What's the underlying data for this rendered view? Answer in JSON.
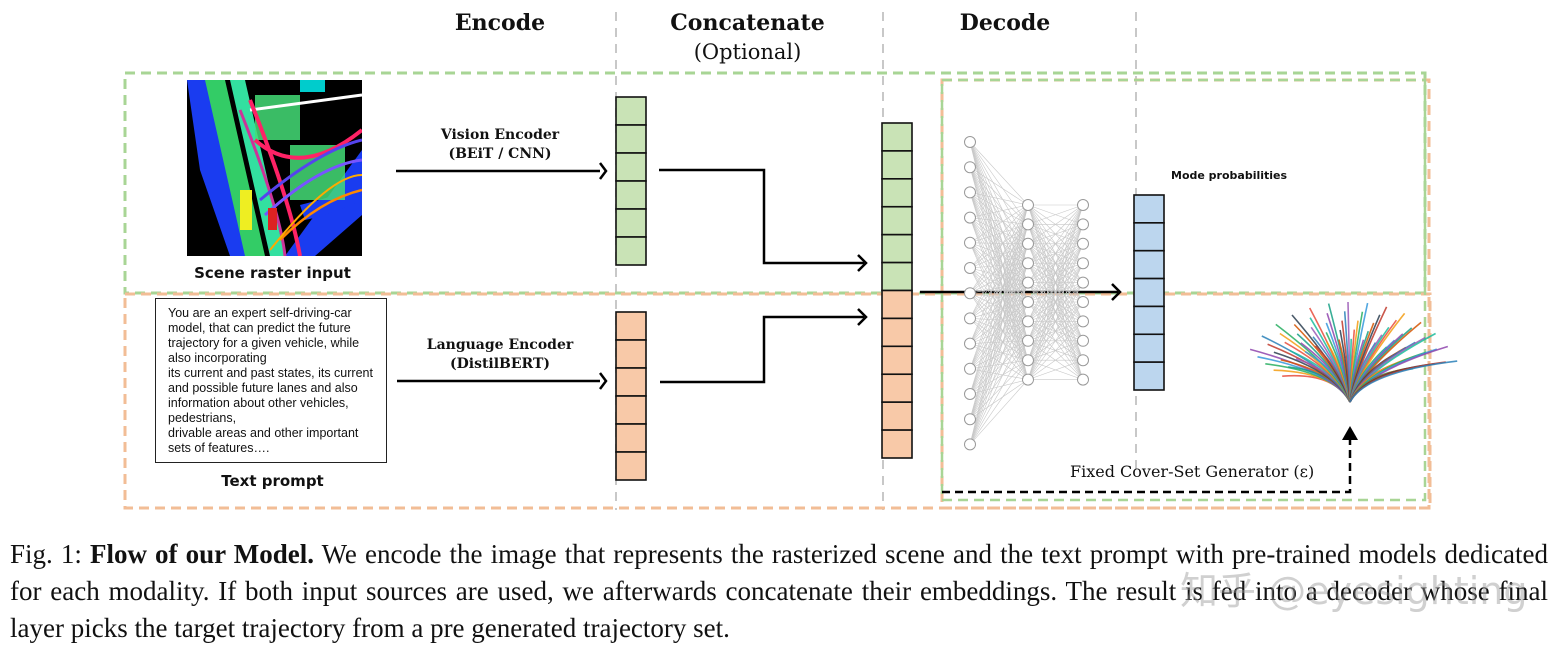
{
  "figure": {
    "stage_headers": {
      "encode": "Encode",
      "concatenate": "Concatenate",
      "concatenate_note": "(Optional)",
      "decode": "Decode"
    },
    "vision_encoder": {
      "name": "Vision Encoder",
      "model": "(BEiT / CNN)"
    },
    "language_encoder": {
      "name": "Language Encoder",
      "model": "(DistilBERT)"
    },
    "scene_label": "Scene raster input",
    "text_prompt_label": "Text prompt",
    "text_prompt_lines": [
      "You are an expert self-driving-car",
      "model, that can predict the future",
      "trajectory for a given vehicle, while",
      "also incorporating",
      "its current and past states, its current",
      "and possible future lanes and also",
      "information about other vehicles,",
      "pedestrians,",
      "drivable areas and other important",
      "sets of features…."
    ],
    "mode_probabilities_label": "Mode probabilities",
    "generator_label": "Fixed Cover-Set Generator (ε)",
    "colors": {
      "vision": "#c9e3b6",
      "language": "#f8c9a8",
      "output": "#bcd6ee",
      "vision_frame": "#9fd08a",
      "language_frame": "#f3b98c"
    }
  },
  "caption": {
    "prefix": "Fig. 1: ",
    "title": "Flow of our Model.",
    "body": " We encode the image that represents the rasterized scene and the text prompt with pre-trained models dedicated for each modality. If both input sources are used, we afterwards concatenate their embeddings. The result is fed into a decoder whose final layer picks the target trajectory from a pre generated trajectory set."
  },
  "watermark": "知乎 @eyesighting"
}
